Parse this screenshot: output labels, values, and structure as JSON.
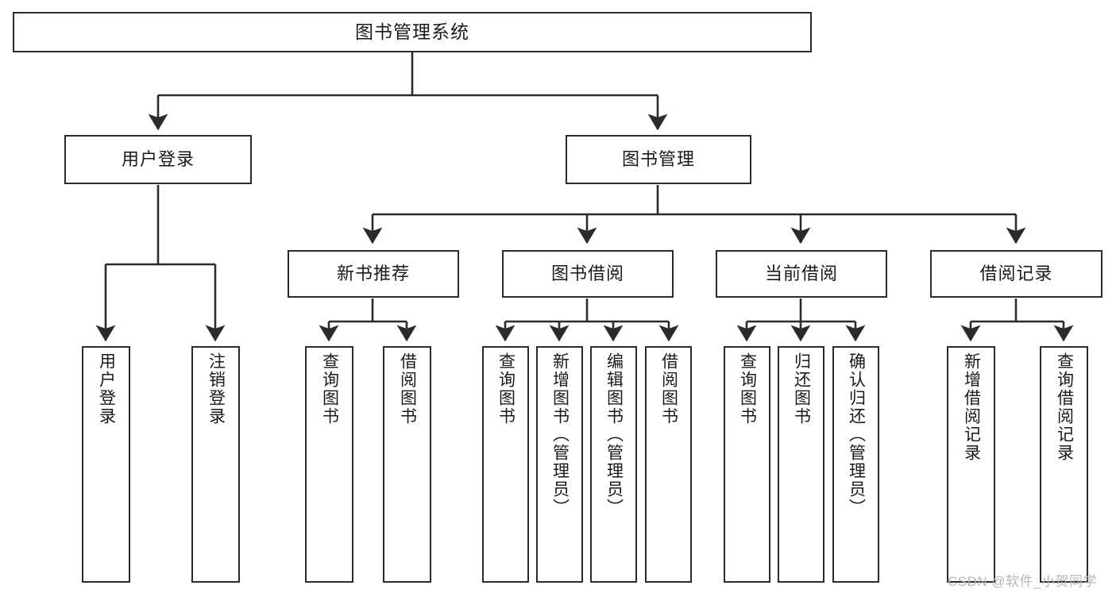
{
  "diagram": {
    "type": "tree-hierarchy-functional-structure",
    "title": "图书管理系统",
    "root": {
      "id": "root",
      "label": "图书管理系统"
    },
    "level2": [
      {
        "id": "user-login",
        "label": "用户登录"
      },
      {
        "id": "book-manage",
        "label": "图书管理"
      }
    ],
    "level3": [
      {
        "id": "new-book-recommend",
        "label": "新书推荐",
        "parent": "book-manage"
      },
      {
        "id": "book-borrow",
        "label": "图书借阅",
        "parent": "book-manage"
      },
      {
        "id": "current-borrow",
        "label": "当前借阅",
        "parent": "book-manage"
      },
      {
        "id": "borrow-record",
        "label": "借阅记录",
        "parent": "book-manage"
      }
    ],
    "leaves": [
      {
        "id": "leaf-user-login",
        "label": "用户登录",
        "parent": "user-login"
      },
      {
        "id": "leaf-logout-login",
        "label": "注销登录",
        "parent": "user-login"
      },
      {
        "id": "leaf-query-book-1",
        "label": "查询图书",
        "parent": "new-book-recommend"
      },
      {
        "id": "leaf-borrow-book-1",
        "label": "借阅图书",
        "parent": "new-book-recommend"
      },
      {
        "id": "leaf-query-book-2",
        "label": "查询图书",
        "parent": "book-borrow"
      },
      {
        "id": "leaf-add-book",
        "label": "新增图书（管理员）",
        "parent": "book-borrow"
      },
      {
        "id": "leaf-edit-book",
        "label": "编辑图书（管理员）",
        "parent": "book-borrow"
      },
      {
        "id": "leaf-borrow-book-2",
        "label": "借阅图书",
        "parent": "book-borrow"
      },
      {
        "id": "leaf-query-book-3",
        "label": "查询图书",
        "parent": "current-borrow"
      },
      {
        "id": "leaf-return-book",
        "label": "归还图书",
        "parent": "current-borrow"
      },
      {
        "id": "leaf-confirm-return",
        "label": "确认归还（管理员）",
        "parent": "current-borrow"
      },
      {
        "id": "leaf-add-record",
        "label": "新增借阅记录",
        "parent": "borrow-record"
      },
      {
        "id": "leaf-query-record",
        "label": "查询借阅记录",
        "parent": "borrow-record"
      }
    ],
    "watermark": "CSDN @软件_小贺同学",
    "colors": {
      "background": "#ffffff",
      "box_border": "#2b2b2b",
      "box_fill": "#ffffff",
      "connector": "#2b2b2b",
      "text": "#1a1a1a",
      "watermark": "#b6b6b6"
    }
  }
}
